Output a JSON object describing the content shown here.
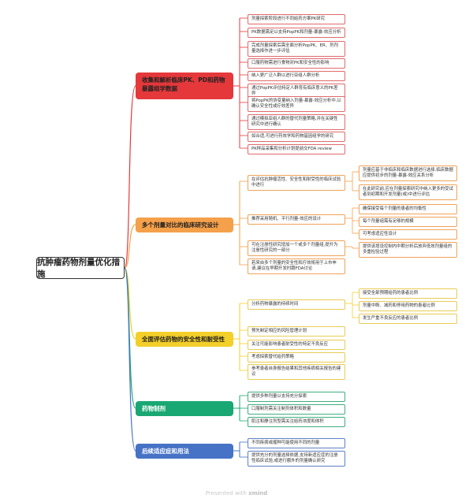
{
  "root": "抗肿瘤药物剂量优化措施",
  "branches": [
    {
      "label": "收集和解析临床PK、PD和药物暴露组学数据",
      "color": "#e5383b",
      "leaf_border": "#e06a6c",
      "items": [
        "剂量探索阶段进行不同给药方案PK研究",
        "PK数据需足以支持PopPK和剂量-暴露-效应分析",
        "完成剂量探索后需全面分析PopPK、ER、剂剂量选择作进一步评估",
        "口服药物需进行食物对PK和安全性的影响",
        "纳入更广泛人群以进行亚组人群分析",
        "通过PopPK评估特定人群育有临床意义的PK差异",
        "将PopPK的协变量纳入剂量-暴露-效应分析中,以确认安全性或疗效差异",
        "通过模拟亚组人群的替代剂量策略,并在关键性研究中进行确认",
        "如合适,可进行药效学和药物基因组学的研究",
        "PK样品采集和分析计划提前交FDA review"
      ]
    },
    {
      "label": "多个剂量对比的临床研究设计",
      "color": "#f5a04a",
      "leaf_border": "#f0a35a",
      "items": [
        {
          "text": "在评估抗肿瘤活性、安全性和耐受性的临床试验中进行",
          "children": [
            "剂量应基于非临床和临床数据进行选择,临床数据应提供初步的剂量-暴露-效应关系分析",
            "在此研究前,应在剂量探索研究中纳入更多的受试者到初期和开发剂量(或)中进行评估"
          ]
        },
        {
          "text": "推荐采用随机、平行剂量-效应的设计",
          "children": [
            "确保接受每个剂量的患者的均衡性",
            "每个剂量组需有足够的规模",
            "可考虑适应性设计"
          ]
        },
        {
          "text": "可在注册性研究增加一个或多个剂量组,提升为注册性研究的一部分",
          "children": [
            "提供该增设控制内中期分析后放弃低效剂量组的多重检验过程"
          ]
        },
        {
          "text": "若来自多个剂量的安全性和疗效将用于上市申请,建议在早期开发时跟FDA讨论",
          "children": []
        }
      ]
    },
    {
      "label": "全面评估药物的安全性和耐受性",
      "color": "#f3cf2a",
      "leaf_border": "#e9cc55",
      "items": [
        {
          "text": "分析药物暴露的持续时间",
          "children": [
            "接受全部预期给药的患者比例",
            "剂量中断、减药和停用药物的患者比例",
            "发生严重不良反应的患者比例"
          ]
        },
        {
          "text": "预先制定相应的风险管理计划",
          "children": []
        },
        {
          "text": "关注可能影响患者耐受性的特定不良反应",
          "children": []
        },
        {
          "text": "考虑探索替代给药策略",
          "children": []
        },
        {
          "text": "参考患者自身报告结果和其他疾病相关报告的建议",
          "children": []
        }
      ]
    },
    {
      "label": "药物制剂",
      "color": "#19a773",
      "leaf_border": "#3fae7f",
      "items": [
        "提供多种剂量以支持充分探索",
        "口服制剂需关注制剂体积和数量",
        "肌注和静注剂型需关注给药浓度和体积"
      ]
    },
    {
      "label": "后续适应症和用法",
      "color": "#4773c6",
      "leaf_border": "#5d80c7",
      "items": [
        "不同疾病或瘤种可能使用不同的剂量",
        "提供充分的剂量选择依据,支持新适应症的注册性临床试验,或进行额外的剂量确认研究"
      ]
    }
  ],
  "footer": {
    "prefix": "Presented with",
    "brand": "xmind"
  }
}
